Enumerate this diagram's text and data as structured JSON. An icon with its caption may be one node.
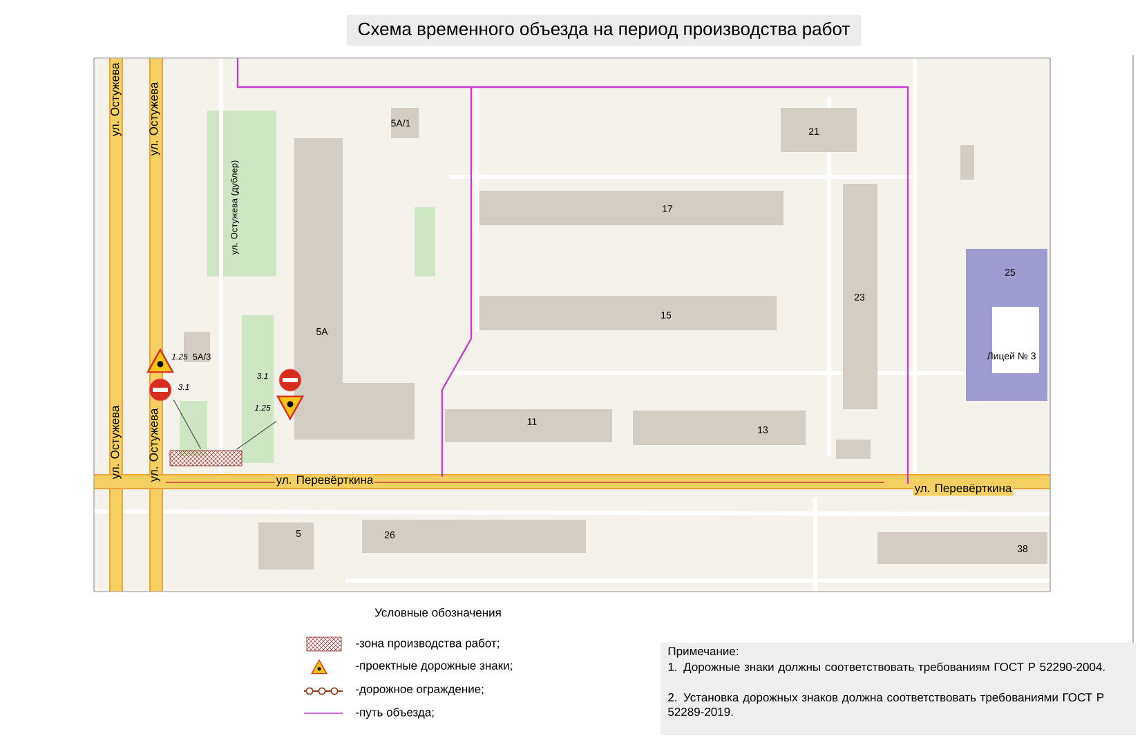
{
  "diagram": {
    "title": "Схема временного объезда на период производства работ",
    "nodes": [
      {
        "text": [],
        "shape": "box"
      },
      {
        "text": [],
        "shape": "picture",
        "beside": [
          "1.25",
          "3.1"
        ]
      },
      {
        "text": [],
        "shape": "picture",
        "beside": [
          "3.1",
          "1.25"
        ]
      }
    ],
    "edges": [
      {
        "from": 1,
        "to": 0,
        "arrow": "none"
      },
      {
        "from": 2,
        "to": 0,
        "arrow": "none"
      }
    ],
    "labels": [
      "ул. Остужева",
      "ул. Остужева",
      "5А/1",
      "21",
      "ул. Остужева (дублер)",
      "17",
      "23",
      "25",
      "15",
      "5А",
      "5А/3",
      "Лицей № 3",
      "11",
      "13",
      "ул. Остужева",
      "ул. Остужева",
      "ул. Перевёрткина",
      "ул. Перевёрткина",
      "5",
      "26",
      "38",
      "Условные обозначения",
      "Примечание:",
      "1.  Дорожные знаки должны соответствовать требованиям ГОСТ Р 52290-2004.",
      "2.  Установка дорожных знаков должна соответствовать требованиями ГОСТ Р 52289-2019."
    ],
    "legend": [
      {
        "text": "-зона производства работ;"
      },
      {
        "text": "-проектные дорожные знаки;"
      },
      {
        "text": "-дорожное ограждение;"
      },
      {
        "text": "-путь объезда;"
      }
    ]
  }
}
